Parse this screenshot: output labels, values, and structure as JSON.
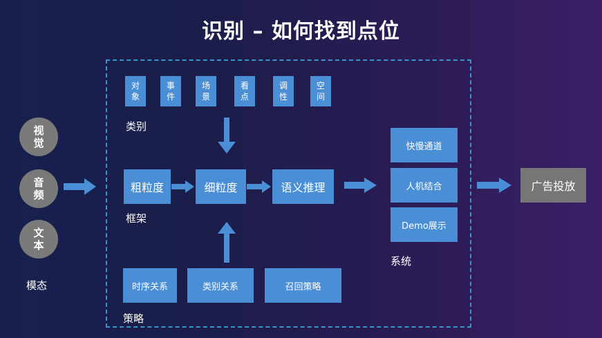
{
  "title": "识别 – 如何找到点位",
  "modalities": {
    "items": [
      "视\n觉",
      "音\n频",
      "文\n本"
    ],
    "label": "模态"
  },
  "categories": {
    "items": [
      "对\n象",
      "事\n件",
      "场\n景",
      "看\n点",
      "调\n性",
      "空\n间"
    ],
    "label": "类别"
  },
  "framework": {
    "items": [
      "粗粒度",
      "细粒度",
      "语义推理"
    ],
    "label": "框架"
  },
  "strategy": {
    "items": [
      "时序关系",
      "类别关系",
      "召回策略"
    ],
    "label": "策略"
  },
  "system": {
    "items": [
      "快慢通道",
      "人机结合",
      "Demo展示"
    ],
    "label": "系统"
  },
  "output": "广告投放",
  "colors": {
    "box": "#4a8fd6",
    "gray": "#767676",
    "arrow": "#4a8fd6",
    "dash": "#3a95c9"
  }
}
